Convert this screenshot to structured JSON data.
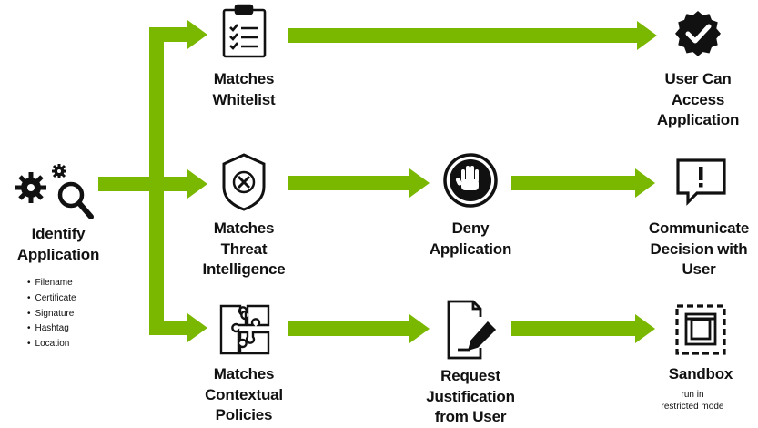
{
  "colors": {
    "arrow": "#7ab800",
    "icon": "#111111",
    "text": "#111111",
    "background": "#ffffff"
  },
  "nodes": {
    "identify": {
      "icon": "gears-magnifier-icon",
      "title_lines": [
        "Identify",
        "Application"
      ],
      "attributes": [
        "Filename",
        "Certificate",
        "Signature",
        "Hashtag",
        "Location"
      ]
    },
    "whitelist": {
      "icon": "checklist-clipboard-icon",
      "title_lines": [
        "Matches",
        "Whitelist"
      ]
    },
    "threat": {
      "icon": "shield-x-icon",
      "title_lines": [
        "Matches",
        "Threat",
        "Intelligence"
      ]
    },
    "contextual": {
      "icon": "puzzle-pieces-icon",
      "title_lines": [
        "Matches",
        "Contextual",
        "Policies"
      ]
    },
    "access": {
      "icon": "verified-badge-icon",
      "title_lines": [
        "User Can",
        "Access",
        "Application"
      ]
    },
    "deny": {
      "icon": "stop-hand-icon",
      "title_lines": [
        "Deny",
        "Application"
      ]
    },
    "communicate": {
      "icon": "alert-speech-bubble-icon",
      "title_lines": [
        "Communicate",
        "Decision with",
        "User"
      ]
    },
    "justify": {
      "icon": "document-sign-icon",
      "title_lines": [
        "Request",
        "Justification",
        "from User"
      ]
    },
    "sandbox": {
      "icon": "sandbox-window-icon",
      "title_lines": [
        "Sandbox"
      ],
      "subtitle_lines": [
        "run in",
        "restricted mode"
      ]
    }
  },
  "edges": [
    {
      "from": "identify",
      "to": "whitelist"
    },
    {
      "from": "identify",
      "to": "threat"
    },
    {
      "from": "identify",
      "to": "contextual"
    },
    {
      "from": "whitelist",
      "to": "access"
    },
    {
      "from": "threat",
      "to": "deny"
    },
    {
      "from": "deny",
      "to": "communicate"
    },
    {
      "from": "contextual",
      "to": "justify"
    },
    {
      "from": "justify",
      "to": "sandbox"
    }
  ]
}
